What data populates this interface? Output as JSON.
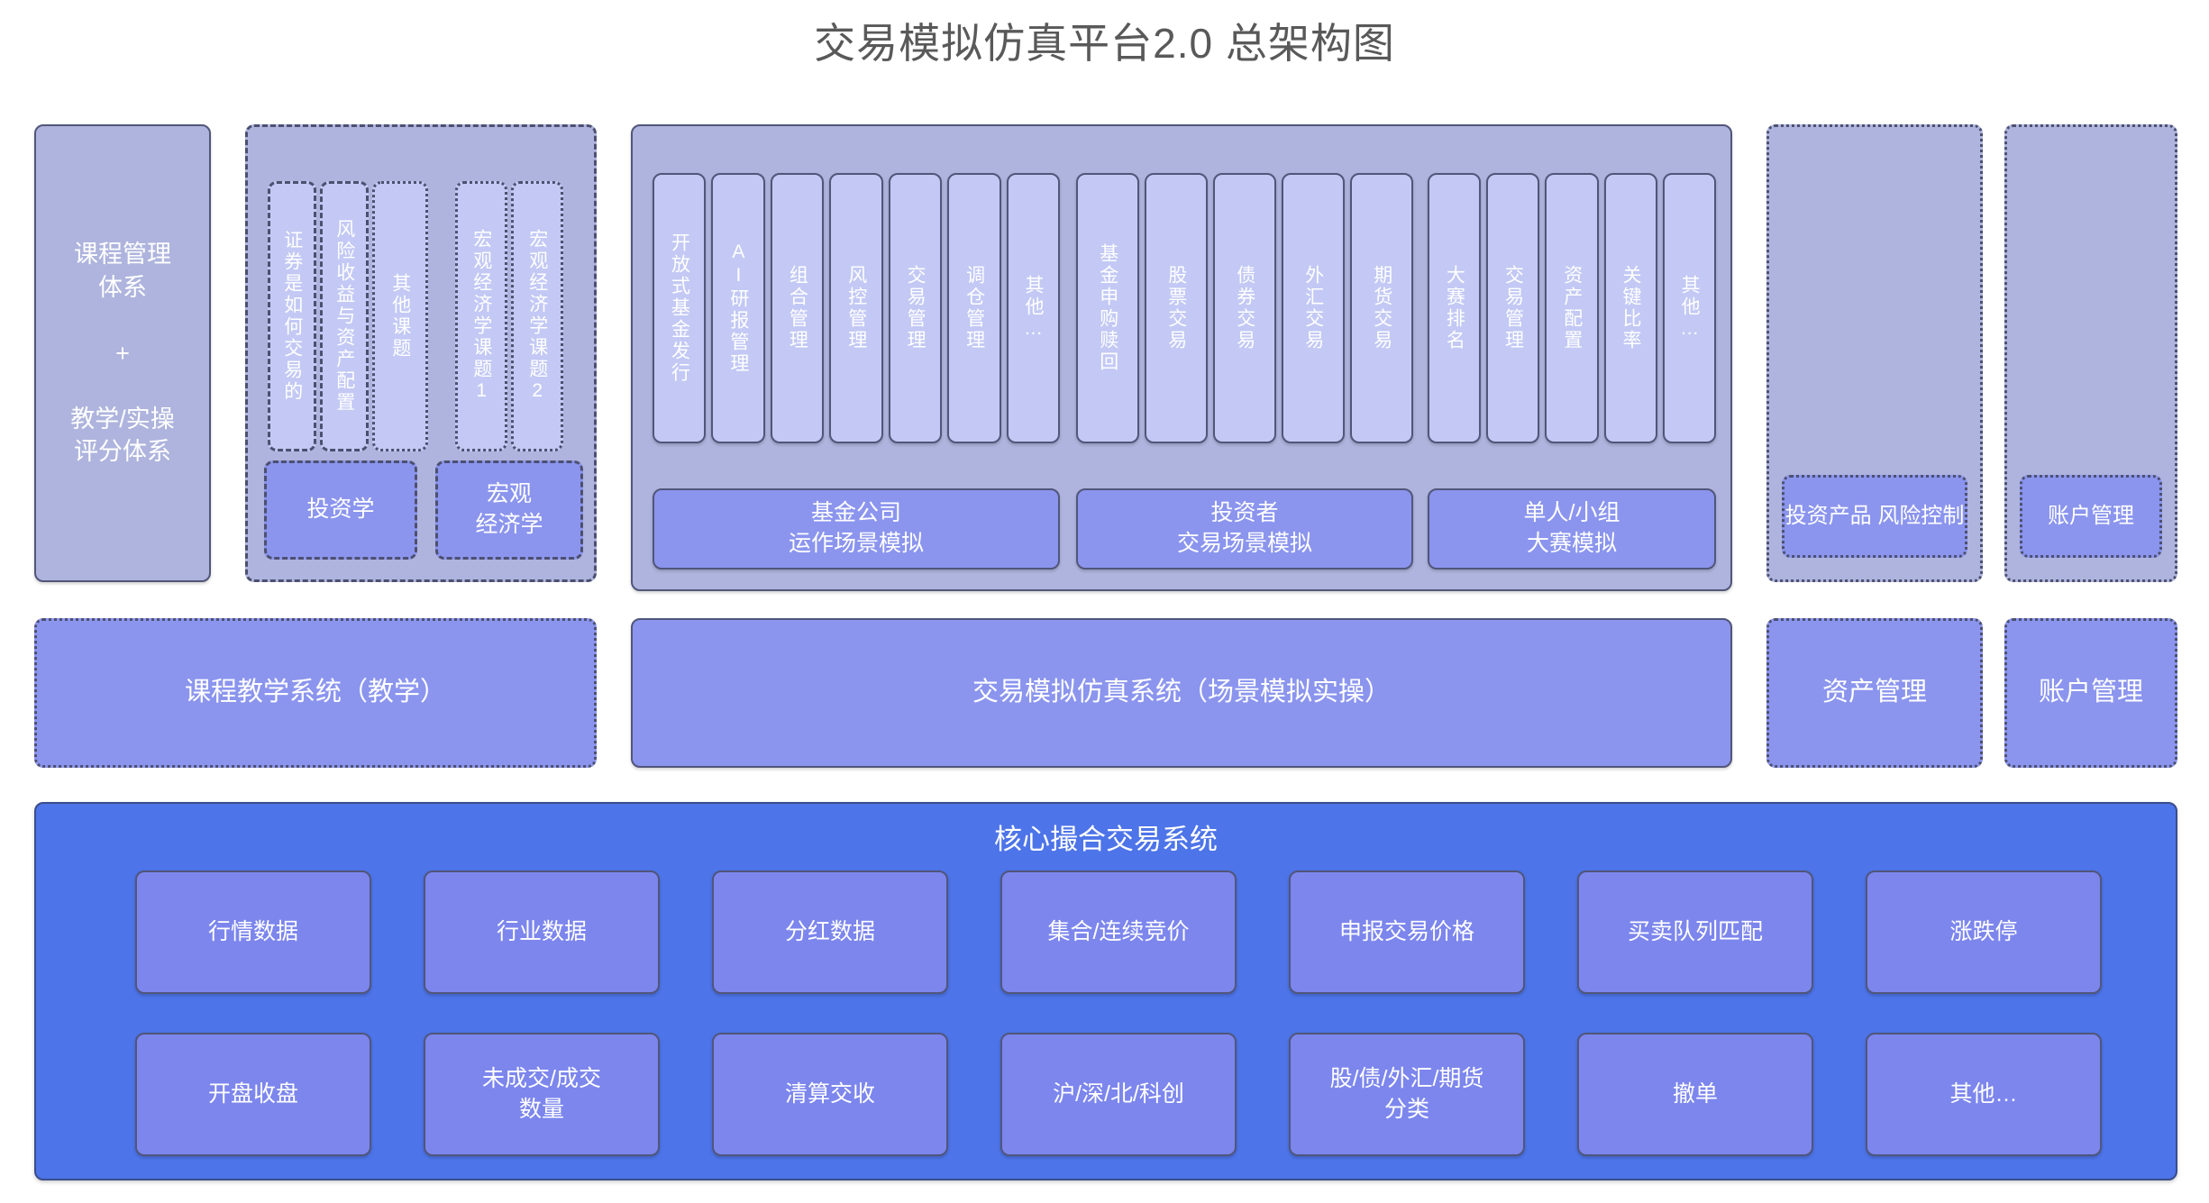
{
  "title": "交易模拟仿真平台2.0 总架构图",
  "colors": {
    "title_text": "#595959",
    "panel_muted": "#aeb4dd",
    "card_light": "#c3c9f4",
    "card_mid": "#8b95ee",
    "core_bg": "#4d74e8",
    "core_card": "#7c86ed",
    "border": "#51567a"
  },
  "top_row": {
    "course_system": {
      "label": "课程管理\n体系\n\n+\n\n教学/实操\n评分体系"
    },
    "course_topics_group": {
      "topics": [
        {
          "label": "证券是如何交易的",
          "border": "dashed"
        },
        {
          "label": "风险收益与资产配置",
          "border": "dashed"
        },
        {
          "label": "其他课题",
          "border": "dotted"
        },
        {
          "label": "宏观经济学课题1",
          "border": "dotted"
        },
        {
          "label": "宏观经济学课题2",
          "border": "dotted"
        }
      ],
      "base_courses": [
        {
          "label": "投资学"
        },
        {
          "label": "宏观\n经济学"
        }
      ]
    },
    "sim_panel": {
      "groups": [
        {
          "modules": [
            "开放式基金发行",
            "AI研报管理",
            "组合管理",
            "风控管理",
            "交易管理",
            "调仓管理",
            "其他…"
          ],
          "scene": "基金公司\n运作场景模拟"
        },
        {
          "modules": [
            "基金申购赎回",
            "股票交易",
            "债券交易",
            "外汇交易",
            "期货交易"
          ],
          "scene": "投资者\n交易场景模拟"
        },
        {
          "modules": [
            "大赛排名",
            "交易管理",
            "资产配置",
            "关键比率",
            "其他…"
          ],
          "scene": "单人/小组\n大赛模拟"
        }
      ]
    },
    "right_columns": [
      {
        "label": "投资产品\n风险控制"
      },
      {
        "label": "账户管理"
      }
    ]
  },
  "mid_row": {
    "boxes": [
      {
        "label": "课程教学系统（教学）"
      },
      {
        "label": "交易模拟仿真系统（场景模拟实操）"
      },
      {
        "label": "资产管理"
      },
      {
        "label": "账户管理"
      }
    ]
  },
  "core_system": {
    "title": "核心撮合交易系统",
    "cards_row1": [
      "行情数据",
      "行业数据",
      "分红数据",
      "集合/连续竞价",
      "申报交易价格",
      "买卖队列匹配",
      "涨跌停"
    ],
    "cards_row2": [
      "开盘收盘",
      "未成交/成交\n数量",
      "清算交收",
      "沪/深/北/科创",
      "股/债/外汇/期货\n分类",
      "撤单",
      "其他…"
    ]
  }
}
